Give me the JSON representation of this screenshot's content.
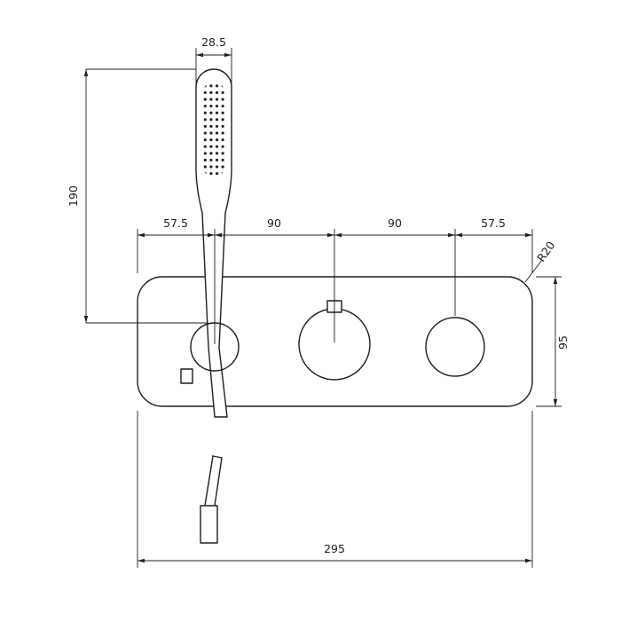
{
  "drawing": {
    "background": "#ffffff",
    "line_color": "#1d1d1d",
    "labels": {
      "head_width": "28.5",
      "drop_height": "190",
      "seg_left": "57.5",
      "seg_mid1": "90",
      "seg_mid2": "90",
      "seg_right": "57.5",
      "corner_radius": "R20",
      "plate_height": "95",
      "plate_width": "295"
    }
  }
}
